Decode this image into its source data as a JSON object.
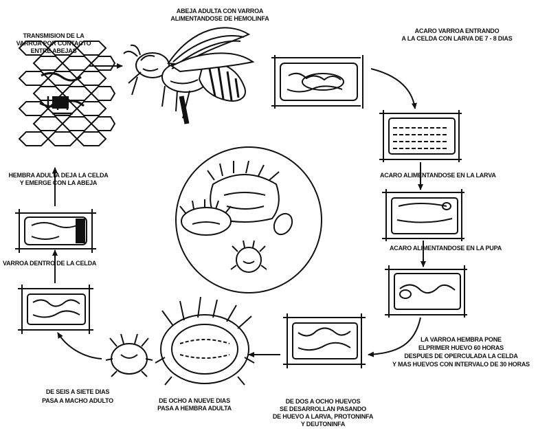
{
  "labels": {
    "adult_bee": "ABEJA ADULTA CON VARROA\nALIMENTANDOSE DE HEMOLINFA",
    "transmission": "TRANSMISION DE LA\nVARROA POR CONTACTO\nENTRE ABEJAS",
    "mite_entering": "ACARO VARROA ENTRANDO\nA LA CELDA CON LARVA DE 7 - 8 DIAS",
    "feeding_larva": "ACARO ALIMENTANDOSE EN LA LARVA",
    "feeding_pupa": "ACARO ALIMENTANDOSE EN LA PUPA",
    "female_lays": "LA VARROA HEMBRA PONE\nELPRIMER HUEVO 60 HORAS\nDESPUES DE OPERCULADA LA CELDA\nY MAS HUEVOS CON INTERVALO DE 30 HORAS",
    "two_to_eight_eggs": "DE DOS A OCHO HUEVOS\nSE DESARROLLAN PASANDO\nDE HUEVO A LARVA, PROTONINFA\nY DEUTONINFA",
    "eight_to_nine_days": "DE OCHO A NUEVE DIAS\nPASA A HEMBRA ADULTA",
    "six_to_seven_days": "DE SEIS A SIETE DIAS\nPASA A MACHO ADULTO",
    "inside_cell": "VARROA DENTRO DE LA CELDA",
    "female_leaves": "HEMBRA ADULTA DEJA LA CELDA\nY EMERGE CON LA ABEJA"
  }
}
